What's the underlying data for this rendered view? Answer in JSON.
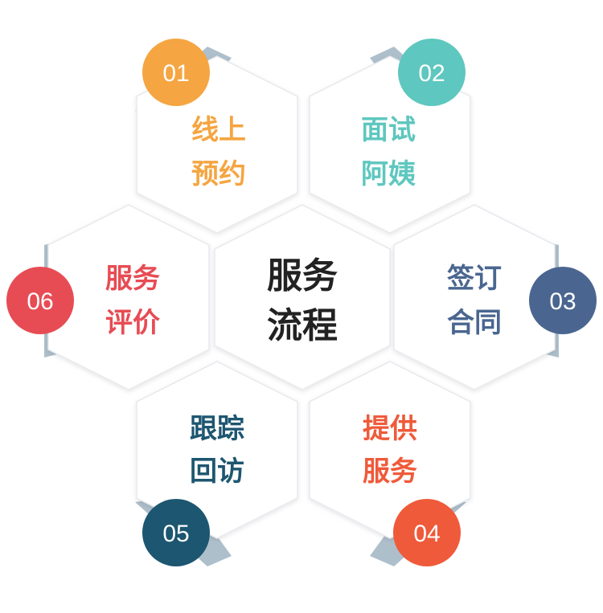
{
  "center": {
    "line1": "服务",
    "line2": "流程"
  },
  "steps": [
    {
      "num": "01",
      "line1": "线上",
      "line2": "预约",
      "color": "#f5a541"
    },
    {
      "num": "02",
      "line1": "面试",
      "line2": "阿姨",
      "color": "#5ec7bf"
    },
    {
      "num": "03",
      "line1": "签订",
      "line2": "合同",
      "color": "#4a6690"
    },
    {
      "num": "04",
      "line1": "提供",
      "line2": "服务",
      "color": "#ef5a3a"
    },
    {
      "num": "05",
      "line1": "跟踪",
      "line2": "回访",
      "color": "#1d5670"
    },
    {
      "num": "06",
      "line1": "服务",
      "line2": "评价",
      "color": "#e74c54"
    }
  ],
  "accent_ribbon": "#aebfcc"
}
